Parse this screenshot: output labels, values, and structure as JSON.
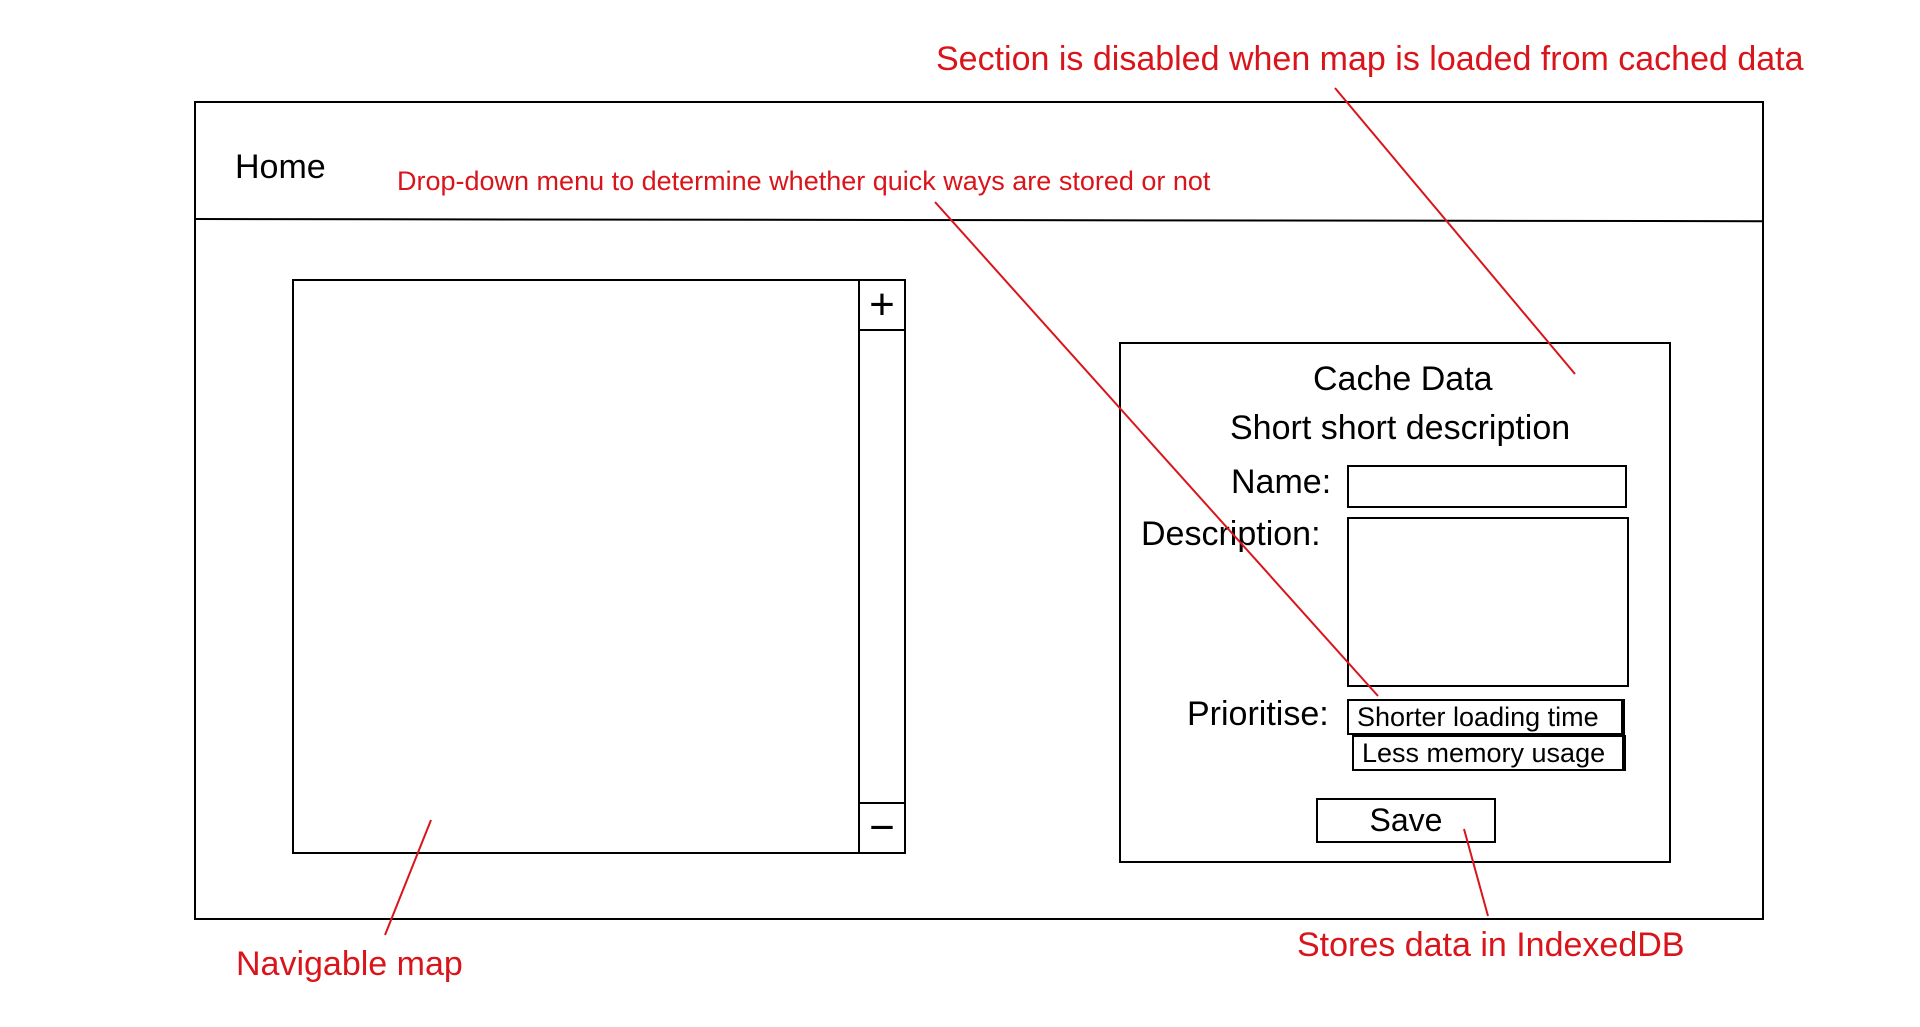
{
  "header": {
    "home_label": "Home"
  },
  "map": {
    "zoom_in_label": "+",
    "zoom_out_label": "−"
  },
  "cache_panel": {
    "title": "Cache Data",
    "subtitle": "Short short description",
    "name_label": "Name:",
    "name_value": "",
    "description_label": "Description:",
    "description_value": "",
    "prioritise_label": "Prioritise:",
    "options": [
      "Shorter loading time",
      "Less memory usage"
    ],
    "save_label": "Save"
  },
  "annotations": {
    "section_disabled": "Section is disabled when map is loaded from cached data",
    "dropdown_note": "Drop-down menu to determine whether quick ways are stored or not",
    "navigable_map": "Navigable map",
    "indexeddb_note": "Stores data in IndexedDB"
  },
  "colors": {
    "annotation": "#d9151b",
    "wireframe": "#000000"
  }
}
